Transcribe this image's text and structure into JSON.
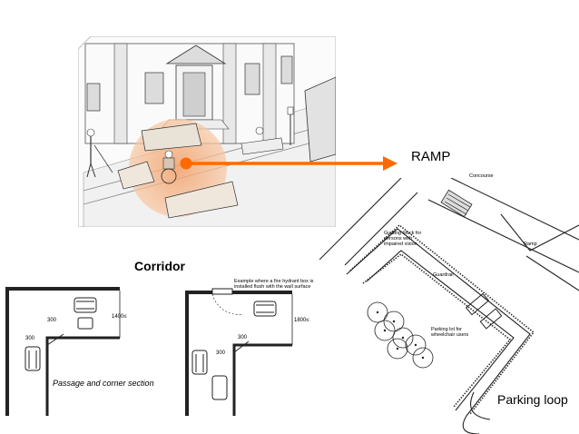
{
  "labels": {
    "ramp": "RAMP",
    "corridor": "Corridor",
    "parking_loop": "Parking loop",
    "concourse": "Concourse",
    "ramp_small": "Ramp",
    "guiding_block": "Guiding block for persons with impaired vision",
    "guardrail": "Guardrail",
    "parking_lot": "Parking lot for wheelchair users",
    "hydrant_note": "Example   where a fire hydrant  box is installed flush with the wall surface",
    "passage_caption": "Passage  and  corner  section",
    "dim_1400": "1400≤",
    "dim_1800": "1800≤",
    "dim_300_a": "300",
    "dim_300_b": "300",
    "dim_300_c": "300",
    "dim_300_d": "300"
  },
  "colors": {
    "arrow": "#ff6a00",
    "highlight": "#f5b48a",
    "card_border": "#d8d8d8",
    "line": "#222222"
  }
}
